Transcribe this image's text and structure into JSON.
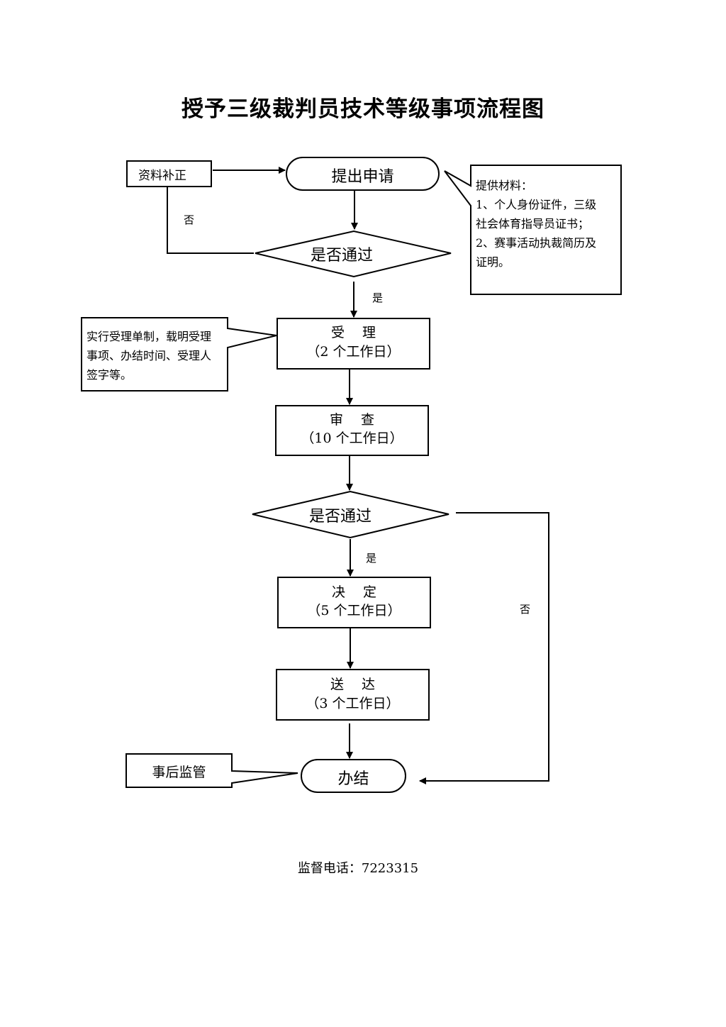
{
  "title": "授予三级裁判员技术等级事项流程图",
  "nodes": {
    "supplement": "资料补正",
    "apply": "提出申请",
    "decision1": "是否通过",
    "accept": {
      "name": "受　 理",
      "duration": "（2 个工作日）"
    },
    "review": {
      "name": "审　 查",
      "duration": "（10 个工作日）"
    },
    "decision2": "是否通过",
    "decide": {
      "name": "决　 定",
      "duration": "（5 个工作日）"
    },
    "deliver": {
      "name": "送　 达",
      "duration": "（3 个工作日）"
    },
    "finish": "办结",
    "supervision": "事后监管"
  },
  "notes": {
    "materials": [
      "提供材料：",
      "1、个人身份证件，三级",
      "社会体育指导员证书；",
      "2、赛事活动执裁简历及",
      "证明。"
    ],
    "acceptance": [
      "实行受理单制，载明受理",
      "事项、办结时间、受理人",
      "签字等。"
    ]
  },
  "edge_labels": {
    "no1": "否",
    "yes1": "是",
    "yes2": "是",
    "no2": "否"
  },
  "footer": "监督电话：7223315",
  "colors": {
    "stroke": "#000000",
    "background": "#ffffff"
  }
}
